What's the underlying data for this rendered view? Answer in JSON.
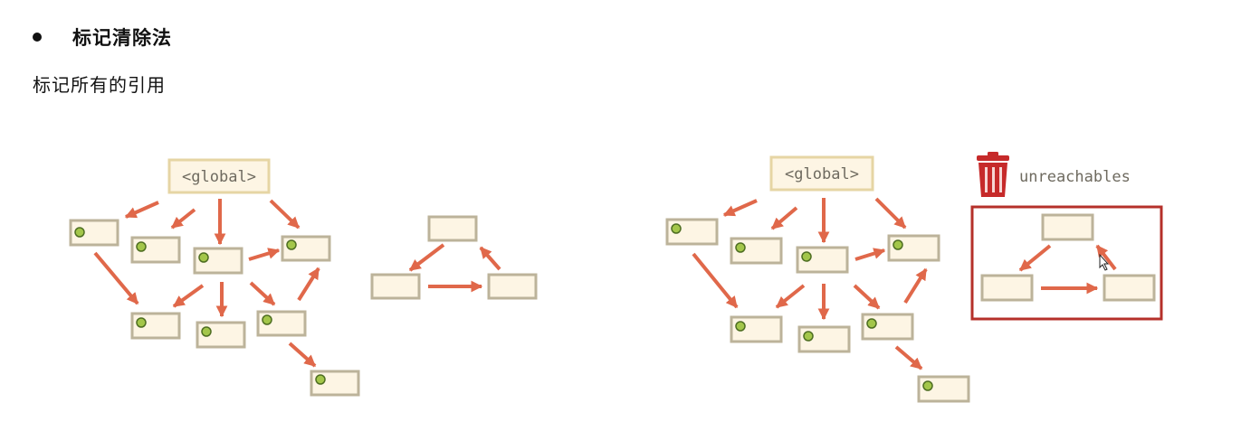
{
  "section": {
    "title": "标记清除法",
    "subtitle": "标记所有的引用"
  },
  "left_diagram": {
    "root_label": "<global>"
  },
  "right_diagram": {
    "root_label": "<global>",
    "trash_label": "unreachables",
    "trash_icon": "trash-can-icon"
  },
  "colors": {
    "arrow": "#e0684a",
    "node_fill": "#fdf5e4",
    "node_border": "#bcb39a",
    "root_border": "#e6d5a4",
    "mark_fill": "#a3c64a",
    "unreachable_border": "#b5302a",
    "trash_red": "#c62a2a"
  }
}
